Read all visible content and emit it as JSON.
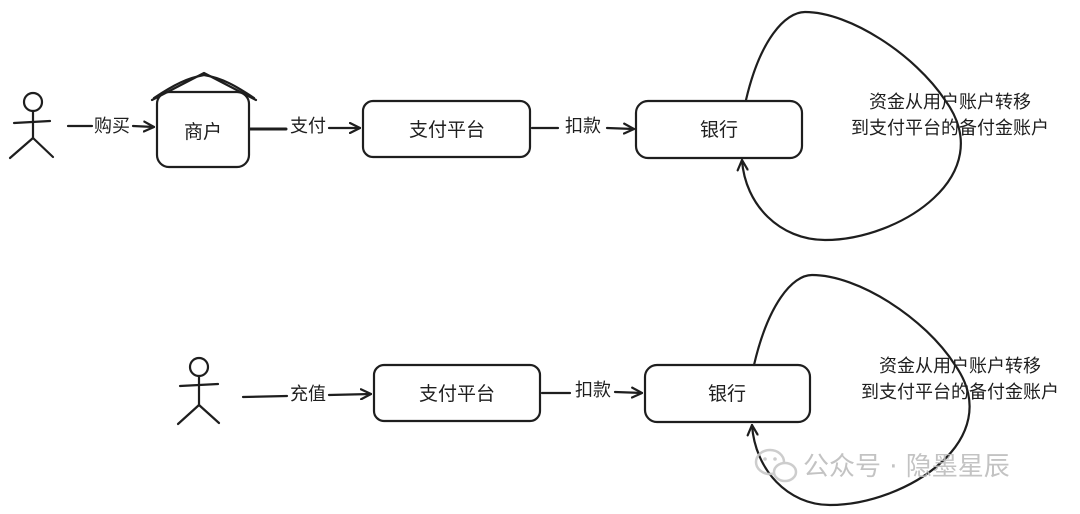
{
  "flow1": {
    "merchant": "商户",
    "platform": "支付平台",
    "bank": "银行",
    "edge_buy": "购买",
    "edge_pay": "支付",
    "edge_deduct": "扣款",
    "note_line1": "资金从用户账户转移",
    "note_line2": "到支付平台的备付金账户"
  },
  "flow2": {
    "platform": "支付平台",
    "bank": "银行",
    "edge_recharge": "充值",
    "edge_deduct": "扣款",
    "note_line1": "资金从用户账户转移",
    "note_line2": "到支付平台的备付金账户"
  },
  "colors": {
    "platform_fill": "#a5d8ff",
    "stroke": "#1e1e1e"
  },
  "watermark": {
    "icon": "wechat-icon",
    "text": "公众号 · 隐墨星辰"
  }
}
